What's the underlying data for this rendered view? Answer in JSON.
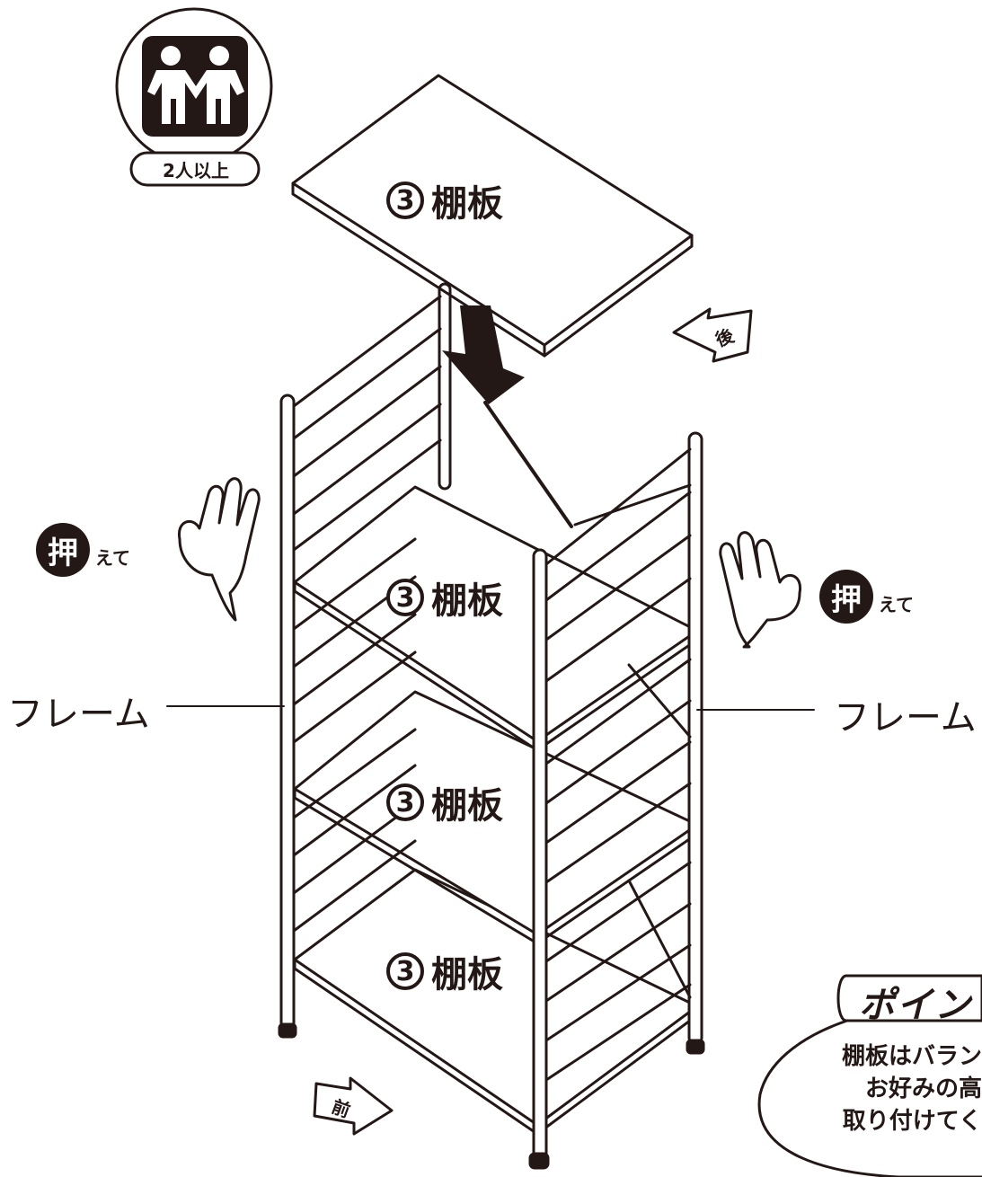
{
  "badge": {
    "text": "2人以上",
    "icon": "two-people-icon"
  },
  "shelves": [
    {
      "number": "3",
      "label": "棚板"
    },
    {
      "number": "3",
      "label": "棚板"
    },
    {
      "number": "3",
      "label": "棚板"
    },
    {
      "number": "3",
      "label": "棚板"
    }
  ],
  "frame_labels": {
    "left": "フレーム",
    "right": "フレーム"
  },
  "press": {
    "left": {
      "kanji": "押",
      "suffix": "えて",
      "icon": "hand-icon"
    },
    "right": {
      "kanji": "押",
      "suffix": "えて",
      "icon": "hand-icon"
    }
  },
  "directions": {
    "back": "後",
    "front": "前"
  },
  "point": {
    "title": "ポイン",
    "lines": [
      "棚板はバラン",
      "お好みの高",
      "取り付けてく"
    ]
  },
  "colors": {
    "ink": "#231815",
    "paper": "#ffffff"
  }
}
